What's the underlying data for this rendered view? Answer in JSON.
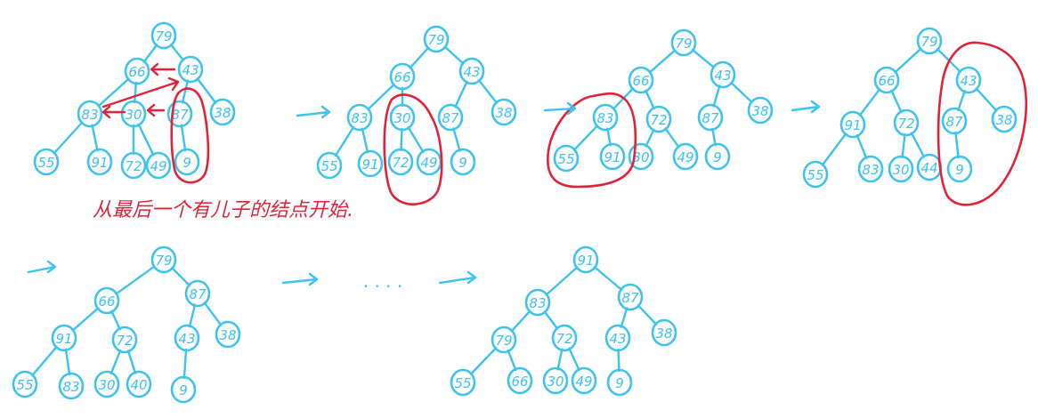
{
  "colors": {
    "node": "#3ec2ee",
    "highlight": "#e0223a"
  },
  "icons": {
    "step-arrow": "right-arrow-icon",
    "swap-arrow": "left-arrow-icon"
  },
  "annotation": "从最后一个有儿子的结点开始.",
  "ellipsis": ". . . .",
  "steps": [
    {
      "name": "step-1-initial",
      "nodes": [
        "79",
        "66",
        "43",
        "83",
        "30",
        "87",
        "38",
        "55",
        "91",
        "72",
        "49",
        "9"
      ]
    },
    {
      "name": "step-2-sift-30",
      "nodes": [
        "79",
        "66",
        "43",
        "83",
        "30",
        "87",
        "38",
        "55",
        "91",
        "72",
        "49",
        "9"
      ]
    },
    {
      "name": "step-3-sift-83",
      "nodes": [
        "79",
        "66",
        "43",
        "83",
        "72",
        "87",
        "38",
        "55",
        "91",
        "30",
        "49",
        "9"
      ]
    },
    {
      "name": "step-4-sift-43",
      "nodes": [
        "79",
        "66",
        "43",
        "91",
        "72",
        "87",
        "38",
        "55",
        "83",
        "30",
        "44",
        "9"
      ]
    },
    {
      "name": "step-5-after-43",
      "nodes": [
        "79",
        "66",
        "87",
        "91",
        "72",
        "43",
        "38",
        "55",
        "83",
        "30",
        "40",
        "9"
      ]
    },
    {
      "name": "step-6-final-heap",
      "nodes": [
        "91",
        "83",
        "87",
        "79",
        "72",
        "43",
        "38",
        "55",
        "66",
        "30",
        "49",
        "9"
      ]
    }
  ]
}
